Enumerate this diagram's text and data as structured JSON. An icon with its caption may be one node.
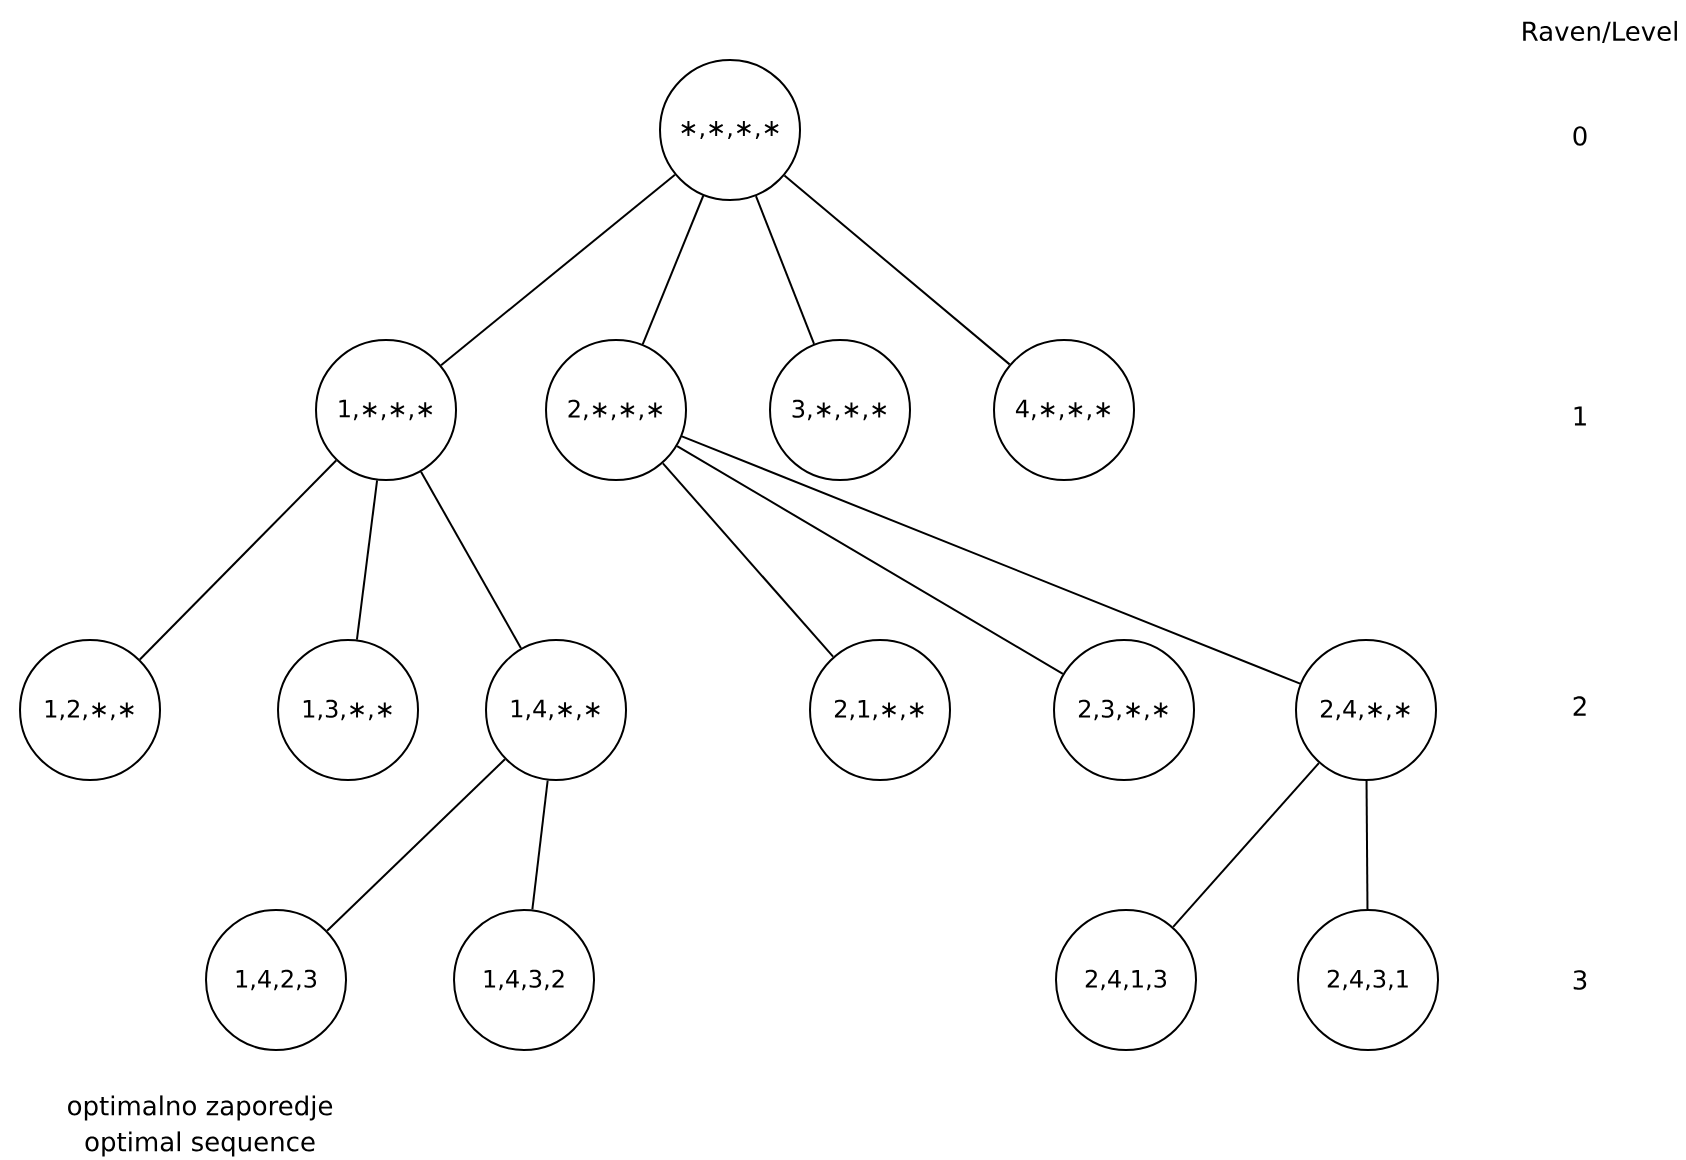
{
  "diagram": {
    "nodes": [
      {
        "text": [
          "∗,∗,∗,∗"
        ]
      },
      {
        "text": [
          "1,∗,∗,∗"
        ]
      },
      {
        "text": [
          "2,∗,∗,∗"
        ]
      },
      {
        "text": [
          "3,∗,∗,∗"
        ]
      },
      {
        "text": [
          "4,∗,∗,∗"
        ]
      },
      {
        "text": [
          "1,2,∗,∗"
        ]
      },
      {
        "text": [
          "1,3,∗,∗"
        ]
      },
      {
        "text": [
          "1,4,∗,∗"
        ]
      },
      {
        "text": [
          "2,1,∗,∗"
        ]
      },
      {
        "text": [
          "2,3,∗,∗"
        ]
      },
      {
        "text": [
          "2,4,∗,∗"
        ]
      },
      {
        "text": [
          "1,4,2,3"
        ],
        "beside": [
          "optimalno zaporedje",
          "optimal sequence"
        ]
      },
      {
        "text": [
          "1,4,3,2"
        ]
      },
      {
        "text": [
          "2,4,1,3"
        ]
      },
      {
        "text": [
          "2,4,3,1"
        ]
      }
    ],
    "edges": [
      {
        "from": 0,
        "to": 1,
        "arrow": "none"
      },
      {
        "from": 0,
        "to": 2,
        "arrow": "none"
      },
      {
        "from": 0,
        "to": 3,
        "arrow": "none"
      },
      {
        "from": 0,
        "to": 4,
        "arrow": "none"
      },
      {
        "from": 1,
        "to": 5,
        "arrow": "none"
      },
      {
        "from": 1,
        "to": 6,
        "arrow": "none"
      },
      {
        "from": 1,
        "to": 7,
        "arrow": "none"
      },
      {
        "from": 2,
        "to": 8,
        "arrow": "none"
      },
      {
        "from": 2,
        "to": 9,
        "arrow": "none"
      },
      {
        "from": 2,
        "to": 10,
        "arrow": "none"
      },
      {
        "from": 7,
        "to": 11,
        "arrow": "none"
      },
      {
        "from": 7,
        "to": 12,
        "arrow": "none"
      },
      {
        "from": 10,
        "to": 13,
        "arrow": "none"
      },
      {
        "from": 10,
        "to": 14,
        "arrow": "none"
      }
    ],
    "labels": [
      "Raven/Level",
      "0",
      "1",
      "2",
      "3"
    ]
  }
}
